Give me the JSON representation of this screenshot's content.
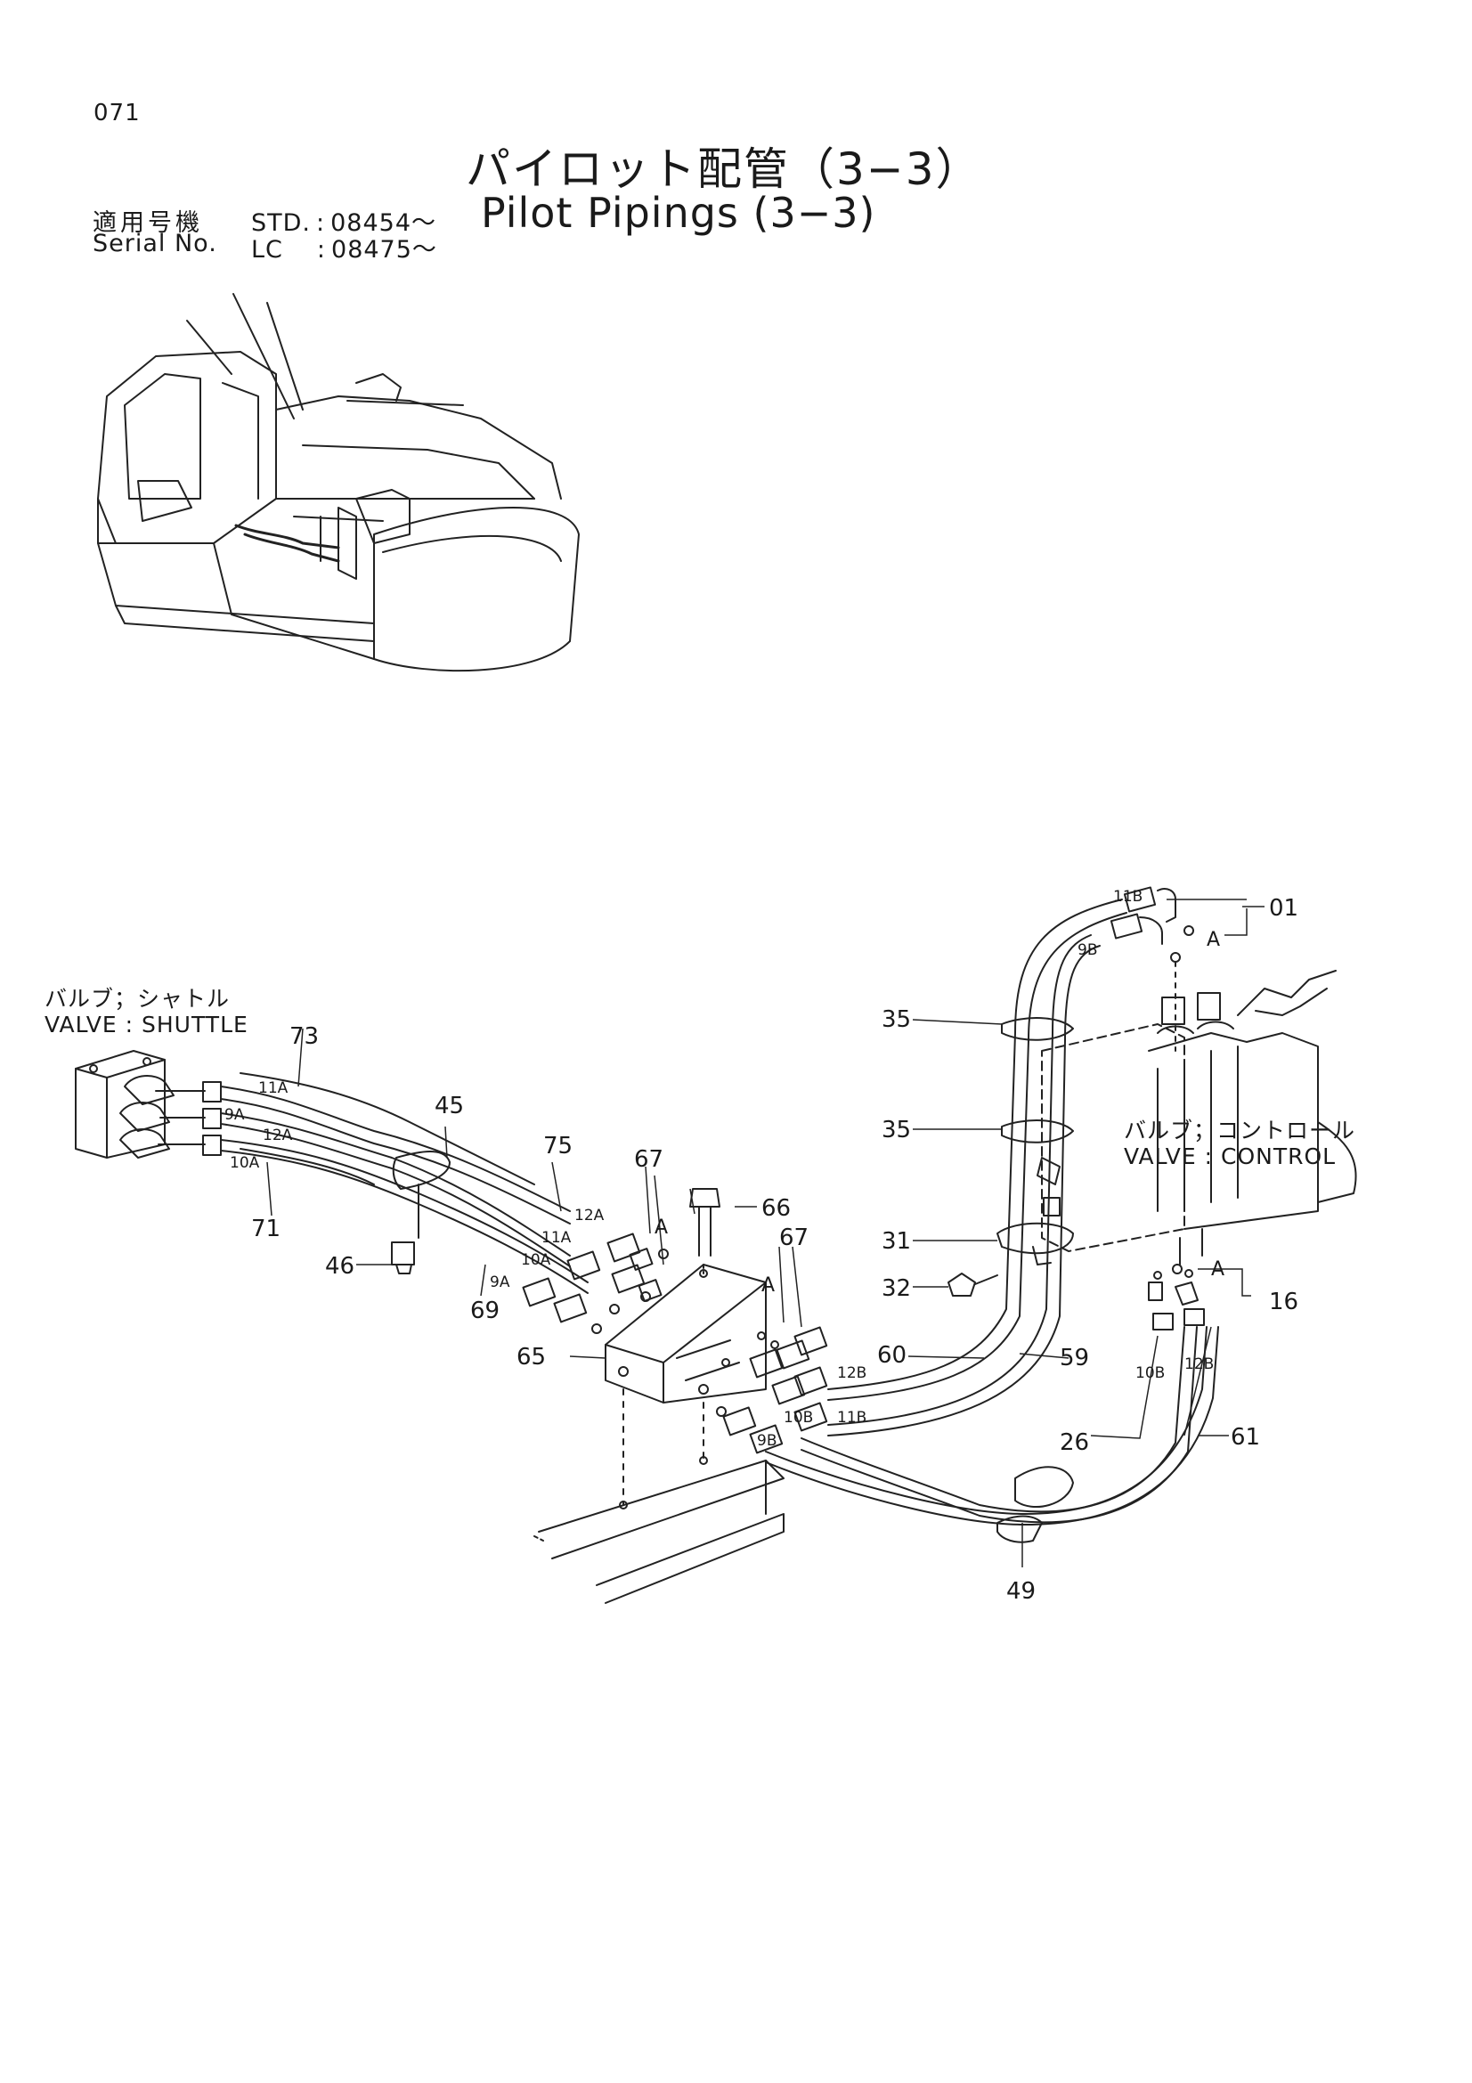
{
  "header": {
    "page_number": "071",
    "title_ja": "パイロット配管（3−3）",
    "title_en": "Pilot Pipings (3−3)",
    "serial_label_ja": "適用号機",
    "serial_label_en": "Serial No.",
    "std_label": "STD.",
    "std_value": "08454～",
    "lc_label": "LC",
    "lc_value": "08475～",
    "separator": ":"
  },
  "components": {
    "shuttle_ja": "バルブ；シャトル",
    "shuttle_en": "VALVE : SHUTTLE",
    "control_ja": "バルブ；コントロール",
    "control_en": "VALVE : CONTROL"
  },
  "callouts": {
    "p01": "01",
    "p16": "16",
    "p26": "26",
    "p31": "31",
    "p32": "32",
    "p35a": "35",
    "p35b": "35",
    "p45": "45",
    "p46": "46",
    "p49": "49",
    "p59": "59",
    "p60": "60",
    "p61": "61",
    "p65": "65",
    "p66": "66",
    "p67a": "67",
    "p67b": "67",
    "p69": "69",
    "p71": "71",
    "p73": "73",
    "p75": "75"
  },
  "port_labels": {
    "a1": "A",
    "a2": "A",
    "a3": "A",
    "a4": "A",
    "h11A_1": "11A",
    "h9A_1": "9A",
    "h12A_1": "12A",
    "h10A_1": "10A",
    "h12A_2": "12A",
    "h11A_2": "11A",
    "h10A_2": "10A",
    "h9A_2": "9A",
    "h11B_1": "11B",
    "h9B_1": "9B",
    "h12B_1": "12B",
    "h11B_2": "11B",
    "h10B_1": "10B",
    "h9B_2": "9B",
    "h10B_2": "10B",
    "h12B_2": "12B"
  }
}
